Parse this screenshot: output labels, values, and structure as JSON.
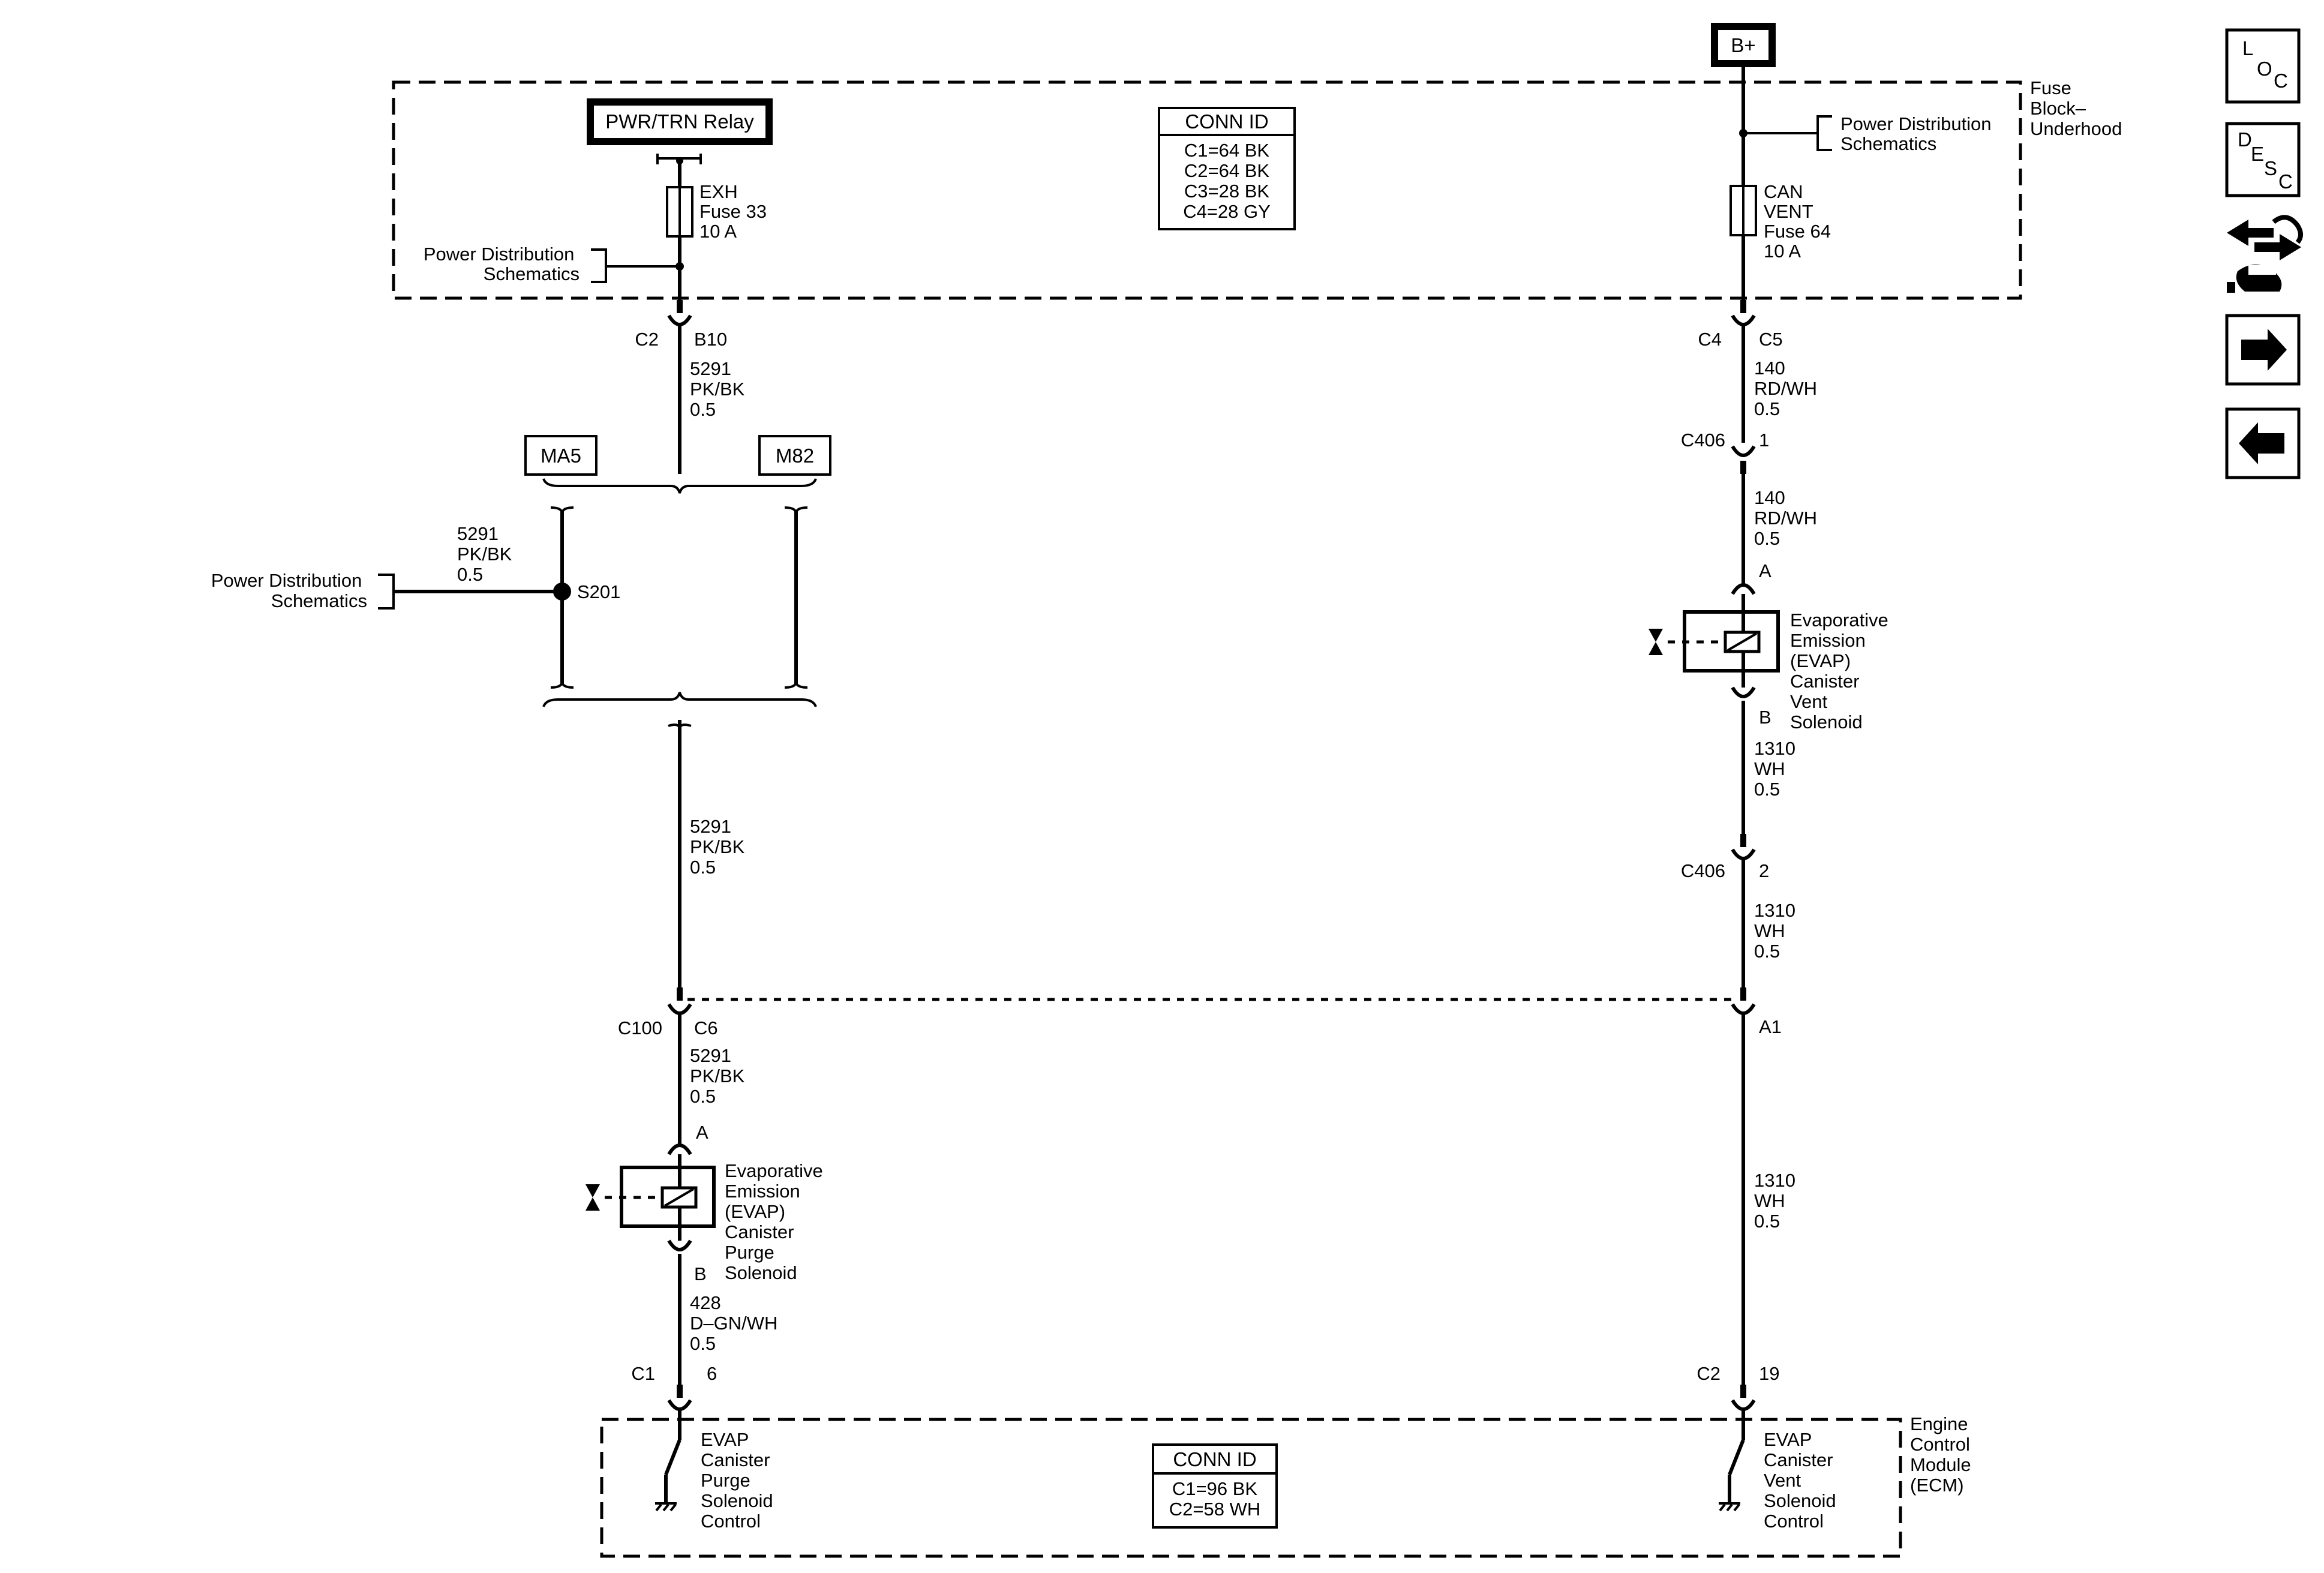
{
  "modules": {
    "fuse_block": [
      "Fuse",
      "Block–",
      "Underhood"
    ],
    "ecm": [
      "Engine",
      "Control",
      "Module",
      "(ECM)"
    ]
  },
  "sources": {
    "b_plus": "B+",
    "pwr_trn_relay": "PWR/TRN Relay"
  },
  "power_dist": [
    "Power Distribution",
    "Schematics"
  ],
  "fuses": {
    "exh": [
      "EXH",
      "Fuse 33",
      "10 A"
    ],
    "can_vent": [
      "CAN",
      "VENT",
      "Fuse 64",
      "10 A"
    ]
  },
  "conn_id_top": {
    "title": "CONN ID",
    "rows": [
      "C1=64 BK",
      "C2=64 BK",
      "C3=28 BK",
      "C4=28 GY"
    ]
  },
  "conn_id_bottom": {
    "title": "CONN ID",
    "rows": [
      "C1=96 BK",
      "C2=58 WH"
    ]
  },
  "options": {
    "ma5": "MA5",
    "m82": "M82"
  },
  "splice": "S201",
  "connectors": {
    "c2": "C2",
    "b10": "B10",
    "c4": "C4",
    "c5": "C5",
    "c406": "C406",
    "pin1": "1",
    "pin2": "2",
    "pin_a": "A",
    "pin_b": "B",
    "c100": "C100",
    "c6": "C6",
    "a1": "A1",
    "c1": "C1",
    "pin6": "6",
    "pin19": "19"
  },
  "wires": {
    "w5291": [
      "5291",
      "PK/BK",
      "0.5"
    ],
    "w140": [
      "140",
      "RD/WH",
      "0.5"
    ],
    "w1310": [
      "1310",
      "WH",
      "0.5"
    ],
    "w428": [
      "428",
      "D–GN/WH",
      "0.5"
    ]
  },
  "components": {
    "vent_solenoid": [
      "Evaporative",
      "Emission",
      "(EVAP)",
      "Canister",
      "Vent",
      "Solenoid"
    ],
    "purge_solenoid": [
      "Evaporative",
      "Emission",
      "(EVAP)",
      "Canister",
      "Purge",
      "Solenoid"
    ]
  },
  "ecm_controls": {
    "purge": [
      "EVAP",
      "Canister",
      "Purge",
      "Solenoid",
      "Control"
    ],
    "vent": [
      "EVAP",
      "Canister",
      "Vent",
      "Solenoid",
      "Control"
    ]
  },
  "nav": {
    "loc": [
      "L",
      "O",
      "C"
    ],
    "desc": [
      "D",
      "E",
      "S",
      "C"
    ]
  },
  "icons": {
    "harness": "harness-connector-icon",
    "next": "arrow-right-icon",
    "prev": "arrow-left-icon"
  }
}
